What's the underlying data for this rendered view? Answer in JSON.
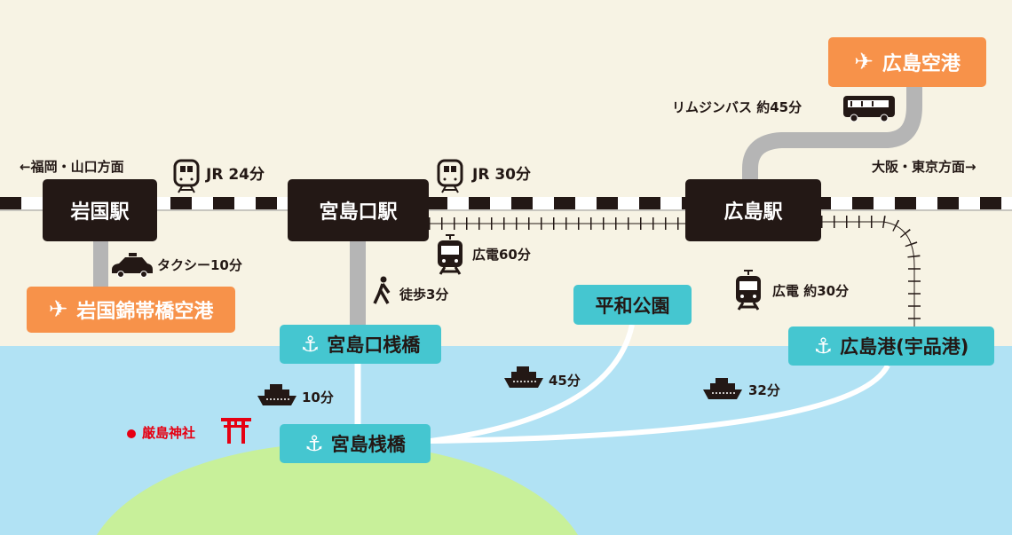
{
  "directions": {
    "west": "←福岡・山口方面",
    "east": "大阪・東京方面→"
  },
  "stations": {
    "iwakuni": "岩国駅",
    "miyajimaguchi": "宮島口駅",
    "hiroshima": "広島駅"
  },
  "airports": {
    "hiroshima": "広島空港",
    "iwakuni": "岩国錦帯橋空港"
  },
  "piers": {
    "miyajimaguchi": "宮島口桟橋",
    "miyajima": "宮島桟橋",
    "hiroshima_port": "広島港(宇品港)"
  },
  "places": {
    "peace_park": "平和公園",
    "itsukushima_shrine": "厳島神社"
  },
  "routes": {
    "jr_iwakuni": "JR 24分",
    "jr_hiroshima": "JR 30分",
    "taxi": "タクシー10分",
    "walk": "徒歩3分",
    "hiroden_60": "広電60分",
    "hiroden_30": "広電 約30分",
    "limousine_bus": "リムジンバス 約45分",
    "ferry_10": "10分",
    "ferry_45": "45分",
    "ferry_32": "32分"
  },
  "colors": {
    "land": "#f7f3e4",
    "sea": "#b1e2f4",
    "island": "#c8f09a",
    "airport": "#f7924a",
    "pier": "#45c6d0",
    "station": "#231815",
    "shrine": "#e60012"
  }
}
